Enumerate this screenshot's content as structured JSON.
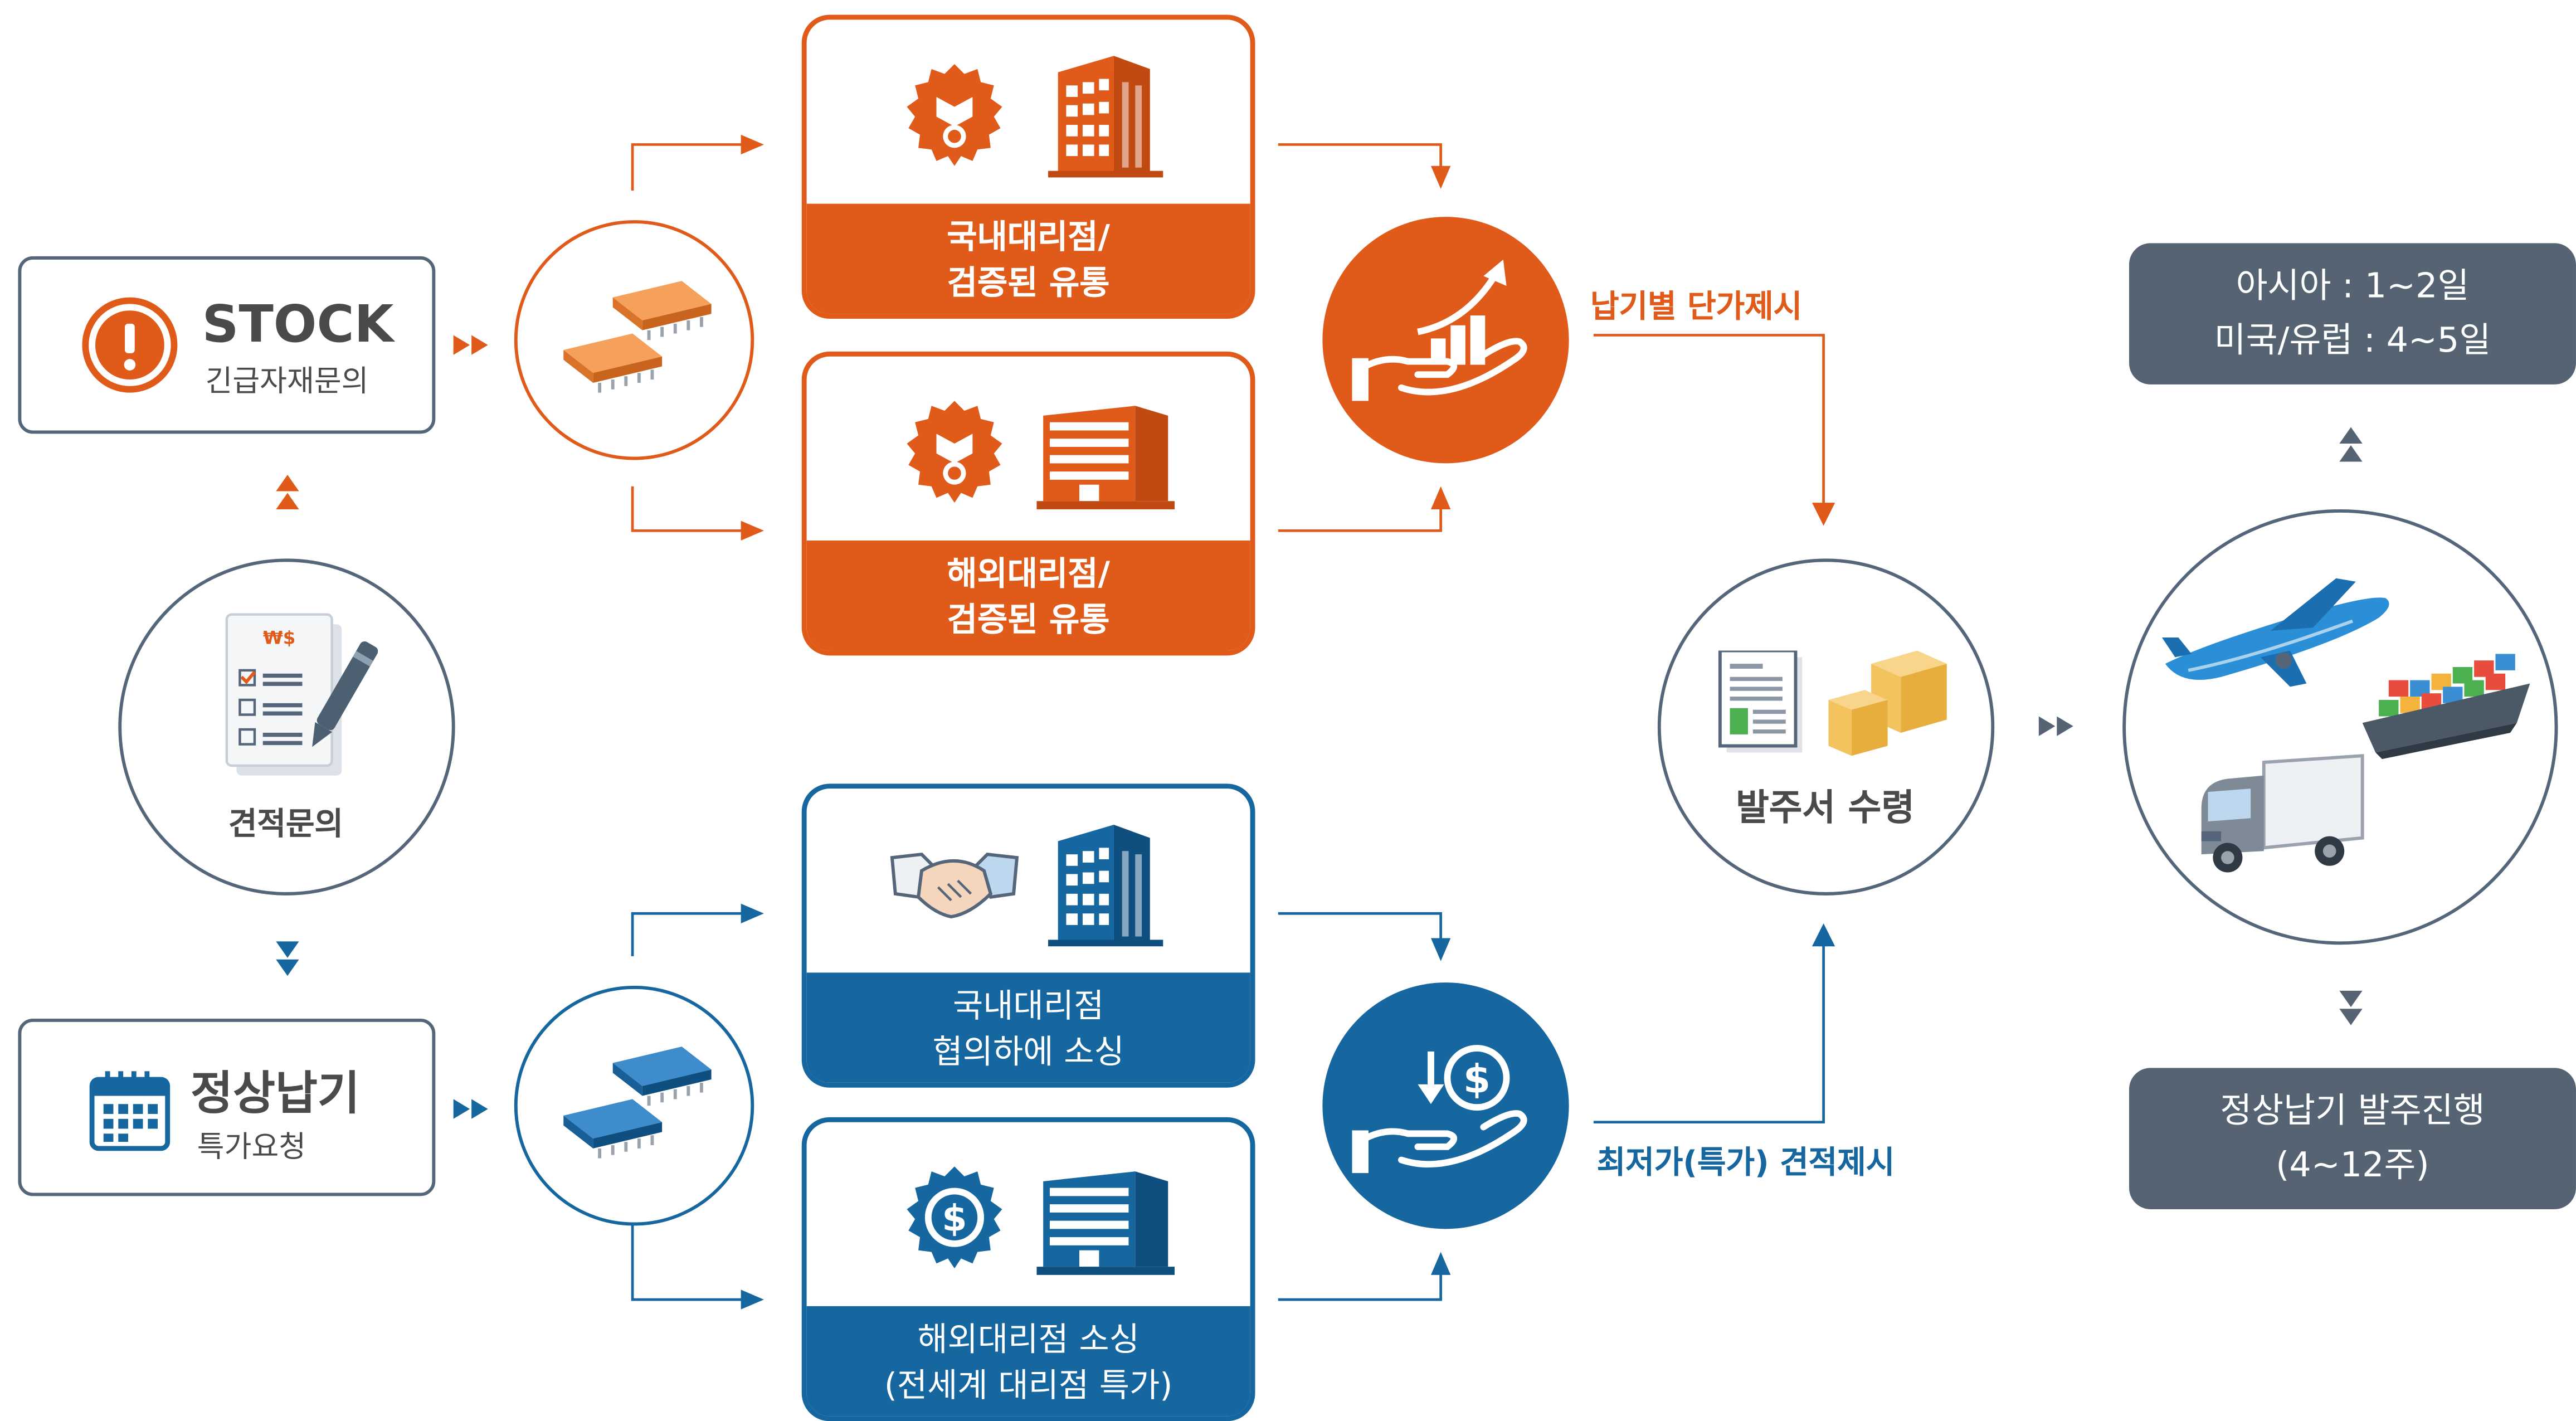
{
  "left": {
    "stock": {
      "title": "STOCK",
      "subtitle": "긴급자재문의"
    },
    "inquiry": {
      "label": "견적문의"
    },
    "normal": {
      "title": "정상납기",
      "subtitle": "특가요청"
    }
  },
  "cards": {
    "domestic_verified": {
      "line1": "국내대리점/",
      "line2": "검증된 유통"
    },
    "overseas_verified": {
      "line1": "해외대리점/",
      "line2": "검증된 유통"
    },
    "domestic_nego": {
      "line1": "국내대리점",
      "line2": "협의하에 소싱"
    },
    "overseas_sourcing": {
      "line1": "해외대리점 소싱",
      "line2": "(전세계 대리점 특가)"
    }
  },
  "labels": {
    "price_by_delivery": "납기별 단가제시",
    "lowest_price": "최저가(특가) 견적제시"
  },
  "order": {
    "label": "발주서 수령"
  },
  "delivery": {
    "fast_line1": "아시아 : 1~2일",
    "fast_line2": "미국/유럽 : 4~5일",
    "normal_line1": "정상납기 발주진행",
    "normal_line2": "(4~12주)"
  },
  "colors": {
    "orange": "#e05a1a",
    "blue": "#1666a0",
    "slate": "#556373",
    "outline": "#55657a"
  }
}
